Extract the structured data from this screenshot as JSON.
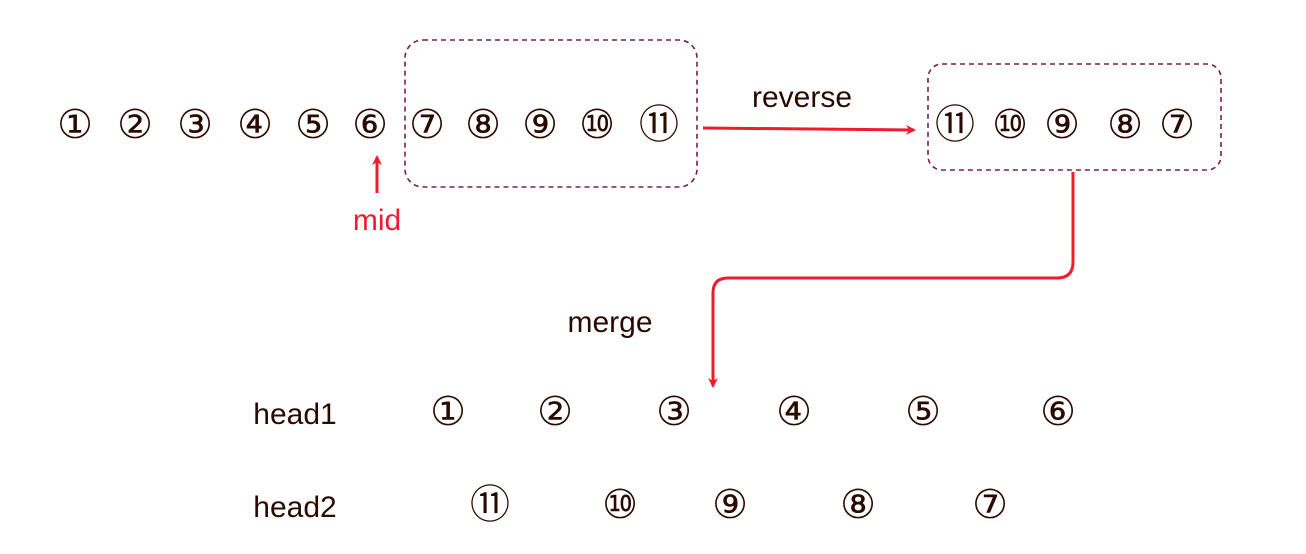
{
  "colors": {
    "text": "#2a0a00",
    "accent": "#ee1c2e",
    "box_border": "#7a2048",
    "background": "#ffffff"
  },
  "original_list": [
    "①",
    "②",
    "③",
    "④",
    "⑤",
    "⑥",
    "⑦",
    "⑧",
    "⑨",
    "⑩",
    "⑪"
  ],
  "reversed_list": [
    "⑪",
    "⑩",
    "⑨",
    "⑧",
    "⑦"
  ],
  "labels": {
    "mid": "mid",
    "reverse": "reverse",
    "merge": "merge",
    "head1": "head1",
    "head2": "head2"
  },
  "head1_list": [
    "①",
    "②",
    "③",
    "④",
    "⑤",
    "⑥"
  ],
  "head2_list": [
    "⑪",
    "⑩",
    "⑨",
    "⑧",
    "⑦"
  ]
}
